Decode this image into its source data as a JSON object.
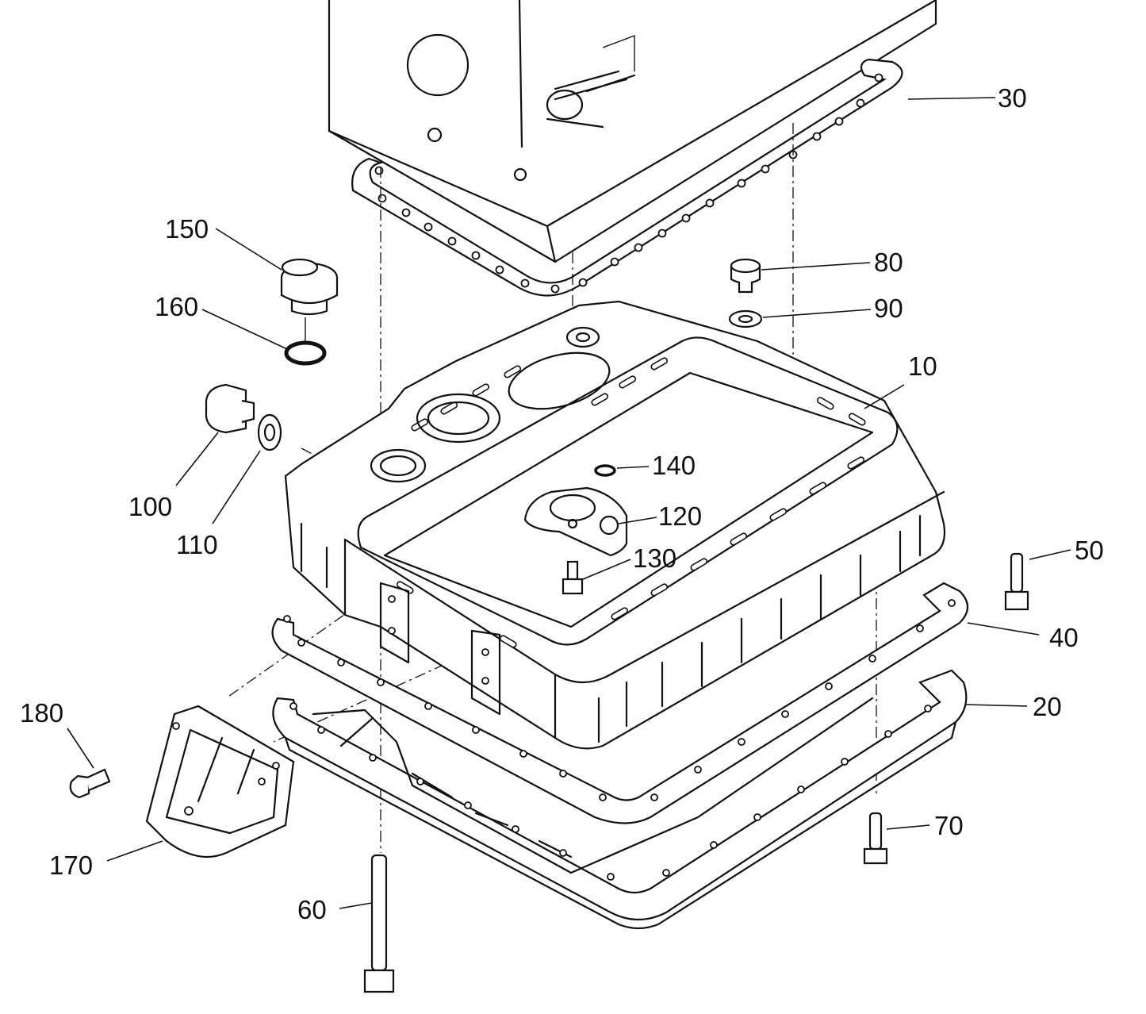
{
  "callouts": [
    {
      "id": "p30",
      "text": "30"
    },
    {
      "id": "p150",
      "text": "150"
    },
    {
      "id": "p80",
      "text": "80"
    },
    {
      "id": "p160",
      "text": "160"
    },
    {
      "id": "p90",
      "text": "90"
    },
    {
      "id": "p10",
      "text": "10"
    },
    {
      "id": "p140",
      "text": "140"
    },
    {
      "id": "p100",
      "text": "100"
    },
    {
      "id": "p120",
      "text": "120"
    },
    {
      "id": "p110",
      "text": "110"
    },
    {
      "id": "p50",
      "text": "50"
    },
    {
      "id": "p130",
      "text": "130"
    },
    {
      "id": "p40",
      "text": "40"
    },
    {
      "id": "p180",
      "text": "180"
    },
    {
      "id": "p20",
      "text": "20"
    },
    {
      "id": "p70",
      "text": "70"
    },
    {
      "id": "p170",
      "text": "170"
    },
    {
      "id": "p60",
      "text": "60"
    }
  ]
}
